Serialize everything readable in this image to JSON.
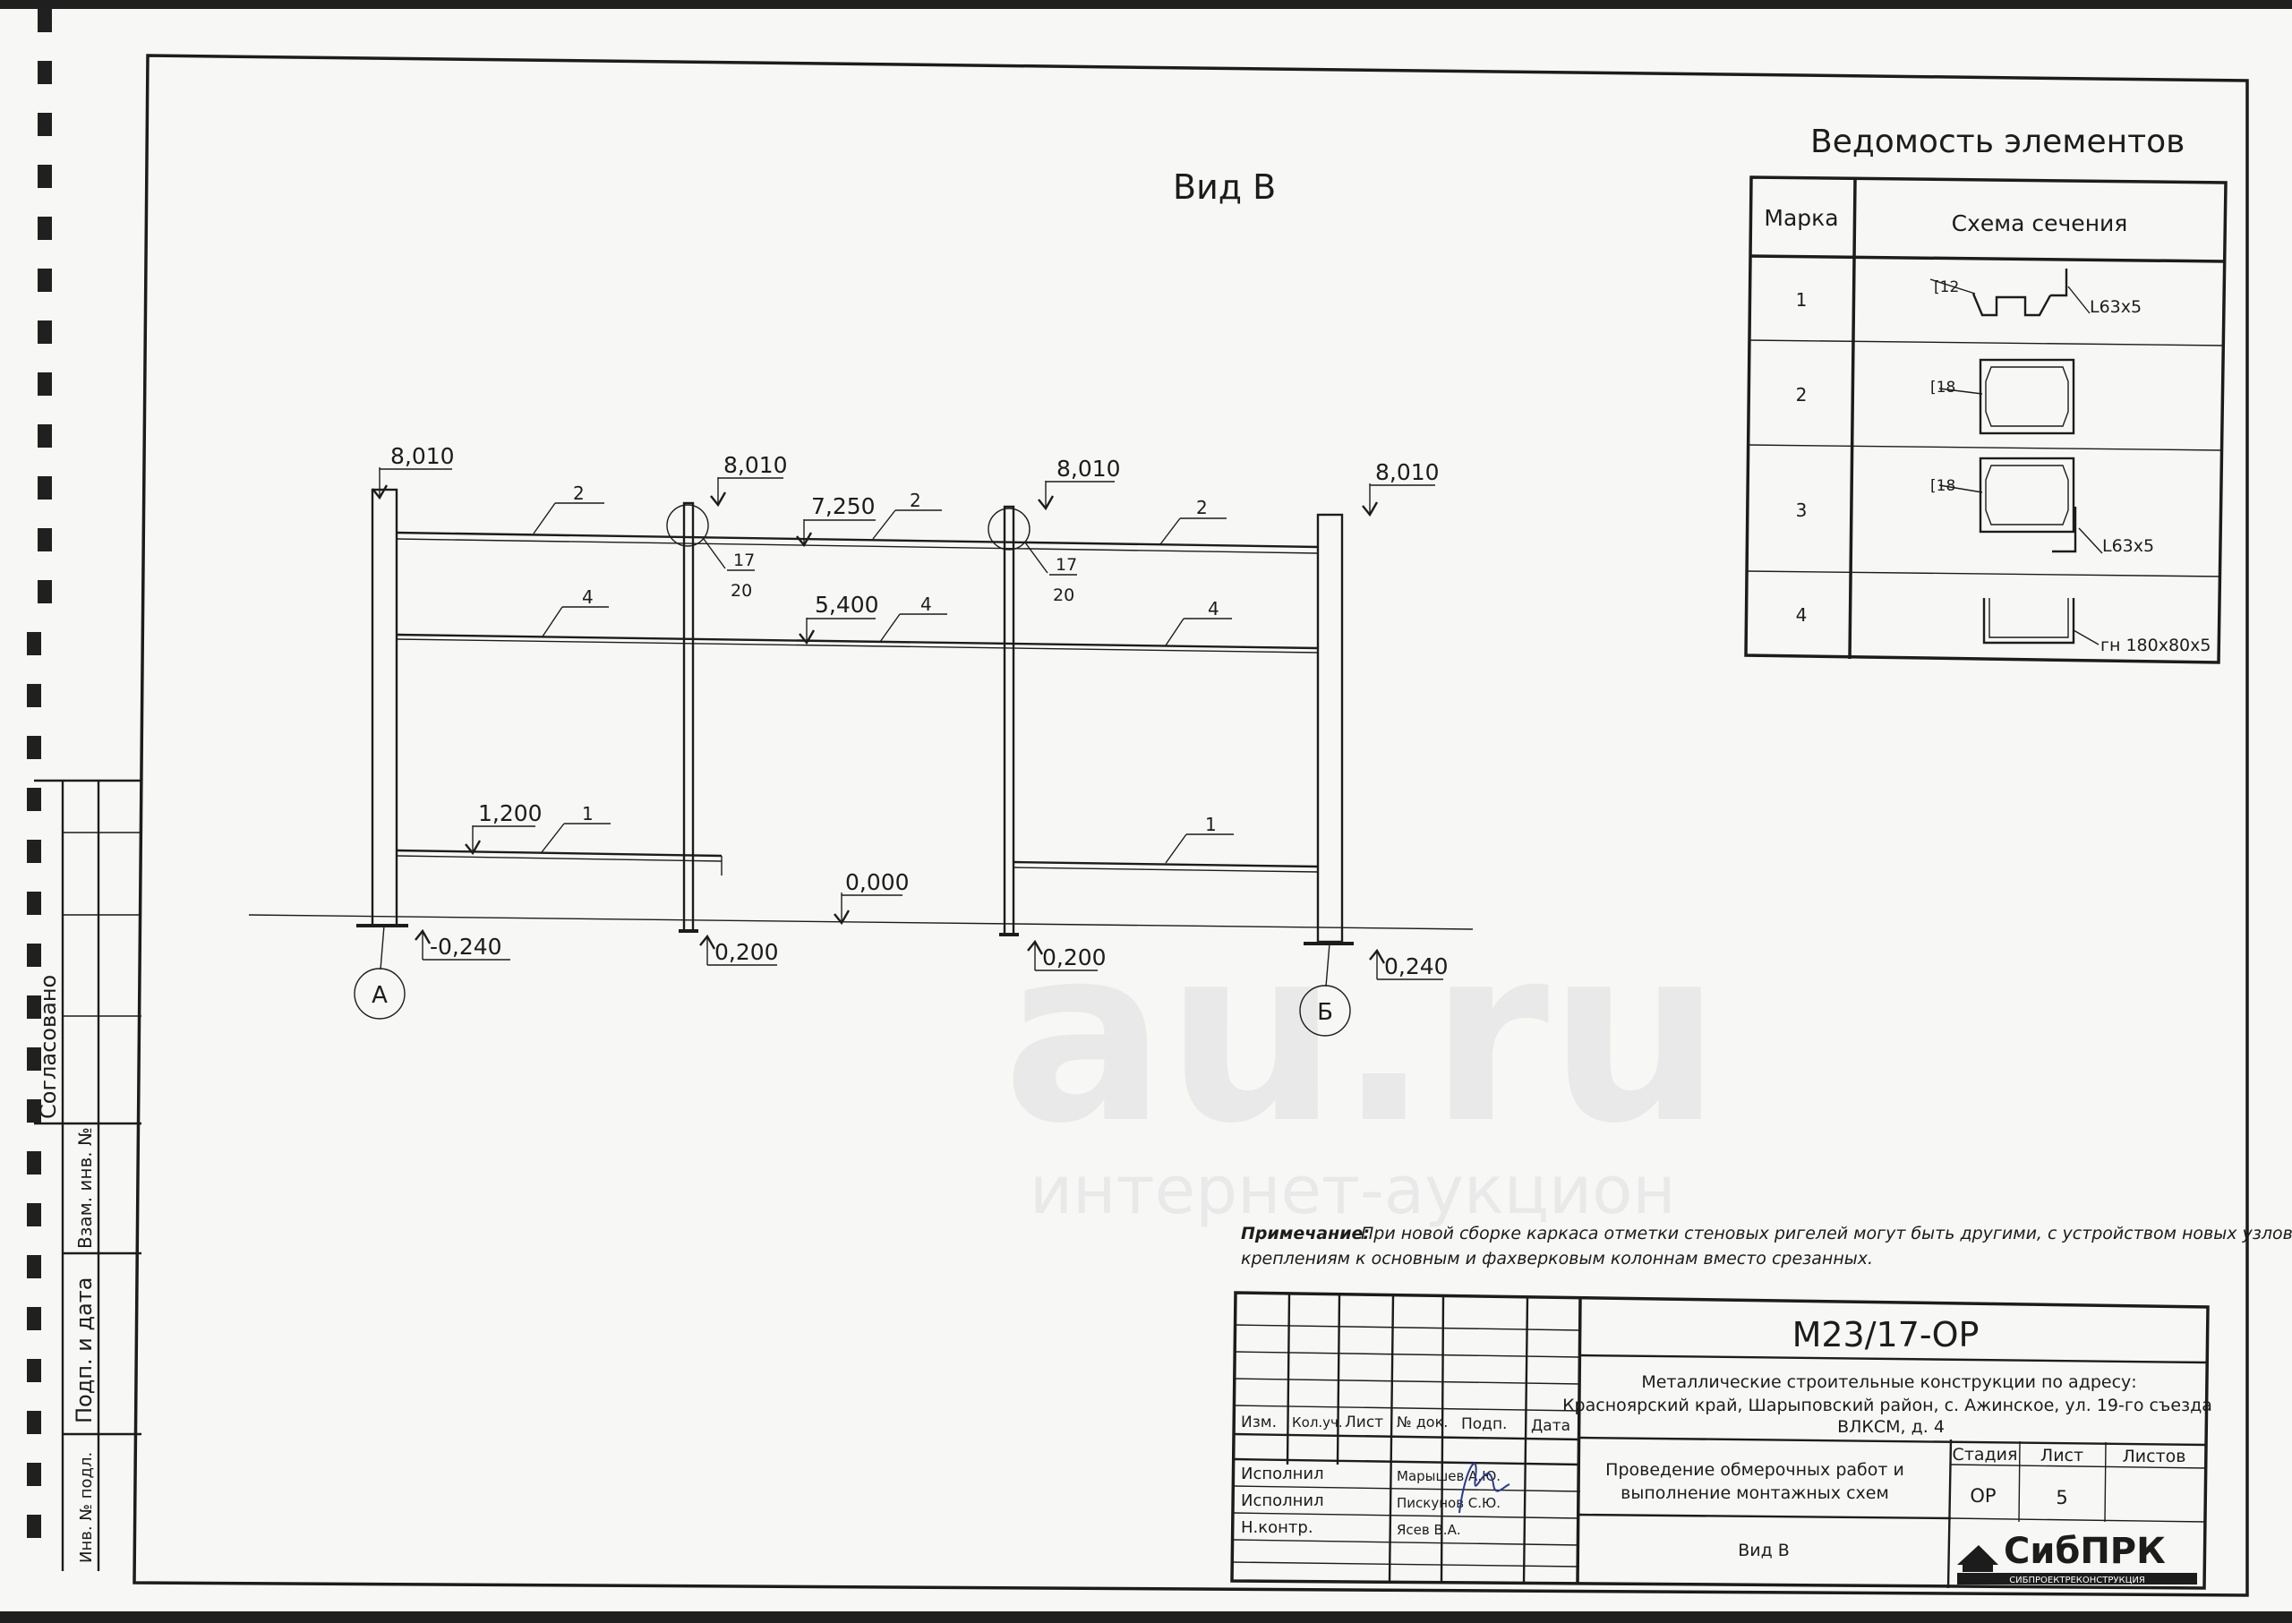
{
  "view_title": "Вид В",
  "elevations": {
    "top_a": "8,010",
    "top_2": "8,010",
    "top_3": "8,010",
    "top_b": "8,010",
    "beam_level": "7,250",
    "mid_level": "5,400",
    "low_level": "1,200",
    "ground": "0,000",
    "base_a": "-0,240",
    "base_2": "0,200",
    "base_3": "0,200",
    "base_b": "0,240"
  },
  "element_marks": {
    "upper_1": "2",
    "upper_2": "2",
    "upper_3": "2",
    "middle_1": "4",
    "middle_2": "4",
    "middle_3": "4",
    "lower_1": "1",
    "lower_2": "1"
  },
  "node_refs": [
    {
      "top": "17",
      "bottom": "20"
    },
    {
      "top": "17",
      "bottom": "20"
    }
  ],
  "axes": [
    "А",
    "Б"
  ],
  "schedule": {
    "title": "Ведомость элементов",
    "col_mark": "Марка",
    "col_section": "Схема сечения",
    "rows": [
      {
        "mark": "1",
        "labels": [
          "[12",
          "L63x5"
        ]
      },
      {
        "mark": "2",
        "labels": [
          "[18"
        ]
      },
      {
        "mark": "3",
        "labels": [
          "[18",
          "L63x5"
        ]
      },
      {
        "mark": "4",
        "labels": [
          "гн 180x80x5"
        ]
      }
    ]
  },
  "note": {
    "label": "Примечание:",
    "line1": "При новой сборке каркаса отметки стеновых ригелей могут быть другими, с устройством новых узлов",
    "line2": "креплениям к основным и фахверковым колоннам вместо срезанных."
  },
  "side_stamp": {
    "agreed": "Согласовано",
    "replaced_inv": "Взам. инв. №",
    "sign_date": "Подп. и дата",
    "inv_orig": "Инв. № подл."
  },
  "title_block": {
    "code": "М23/17-ОР",
    "address_line1": "Металлические строительные конструкции по адресу:",
    "address_line2": "Красноярский край, Шарыповский район, с. Ажинское, ул. 19-го съезда",
    "address_line3": "ВЛКСМ, д. 4",
    "headers": [
      "Изм.",
      "Кол.уч.",
      "Лист",
      "№ док.",
      "Подп.",
      "Дата"
    ],
    "staff": [
      {
        "role": "Исполнил",
        "name": "Марышев А.Ю."
      },
      {
        "role": "Исполнил",
        "name": "Пискунов С.Ю."
      },
      {
        "role": "Н.контр.",
        "name": "Ясев В.А."
      }
    ],
    "work_line1": "Проведение обмерочных работ и",
    "work_line2": "выполнение монтажных схем",
    "sheet_name": "Вид В",
    "stage_label": "Стадия",
    "sheet_label": "Лист",
    "sheets_label": "Листов",
    "stage": "ОР",
    "sheet": "5",
    "sheets": "",
    "company": "СибПРК",
    "company_sub": "СИБПРОЕКТРЕКОНСТРУКЦИЯ"
  },
  "watermark": {
    "big": "au.ru",
    "small": "интернет-аукцион"
  }
}
